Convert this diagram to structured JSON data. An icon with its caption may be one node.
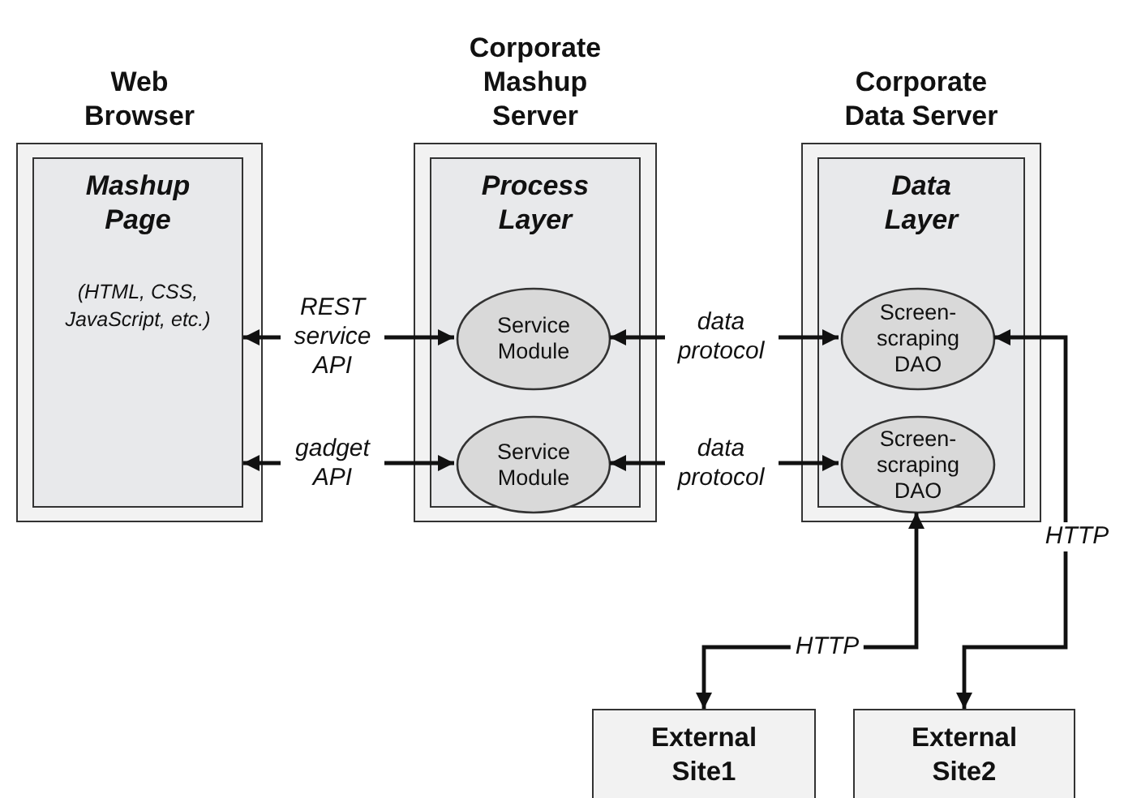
{
  "diagram": {
    "nodes": [
      {
        "text": [
          "Web Browser"
        ]
      },
      {
        "text": [
          "Mashup Page",
          "(HTML, CSS, JavaScript, etc.)"
        ],
        "in": 0
      },
      {
        "text": [
          "Corporate Mashup Server"
        ]
      },
      {
        "text": [
          "Process Layer"
        ],
        "in": 2
      },
      {
        "text": [
          "Service Module"
        ],
        "in": 3
      },
      {
        "text": [
          "Service Module"
        ],
        "in": 3
      },
      {
        "text": [
          "Corporate Data Server"
        ]
      },
      {
        "text": [
          "Data Layer"
        ],
        "in": 6
      },
      {
        "text": [
          "Screen-scraping DAO"
        ],
        "in": 7
      },
      {
        "text": [
          "Screen-scraping DAO"
        ],
        "in": 7
      },
      {
        "text": [
          "External Site1"
        ]
      },
      {
        "text": [
          "External Site2"
        ]
      }
    ],
    "edges": [
      {
        "from": 1,
        "to": 4,
        "arrow": "both",
        "label": "REST service API"
      },
      {
        "from": 1,
        "to": 5,
        "arrow": "both",
        "label": "gadget API"
      },
      {
        "from": 4,
        "to": 8,
        "arrow": "both",
        "label": "data protocol"
      },
      {
        "from": 5,
        "to": 9,
        "arrow": "both",
        "label": "data protocol"
      },
      {
        "from": 9,
        "to": 10,
        "arrow": "both",
        "label": "HTTP"
      },
      {
        "from": 8,
        "to": 11,
        "arrow": "both",
        "label": "HTTP"
      }
    ]
  }
}
